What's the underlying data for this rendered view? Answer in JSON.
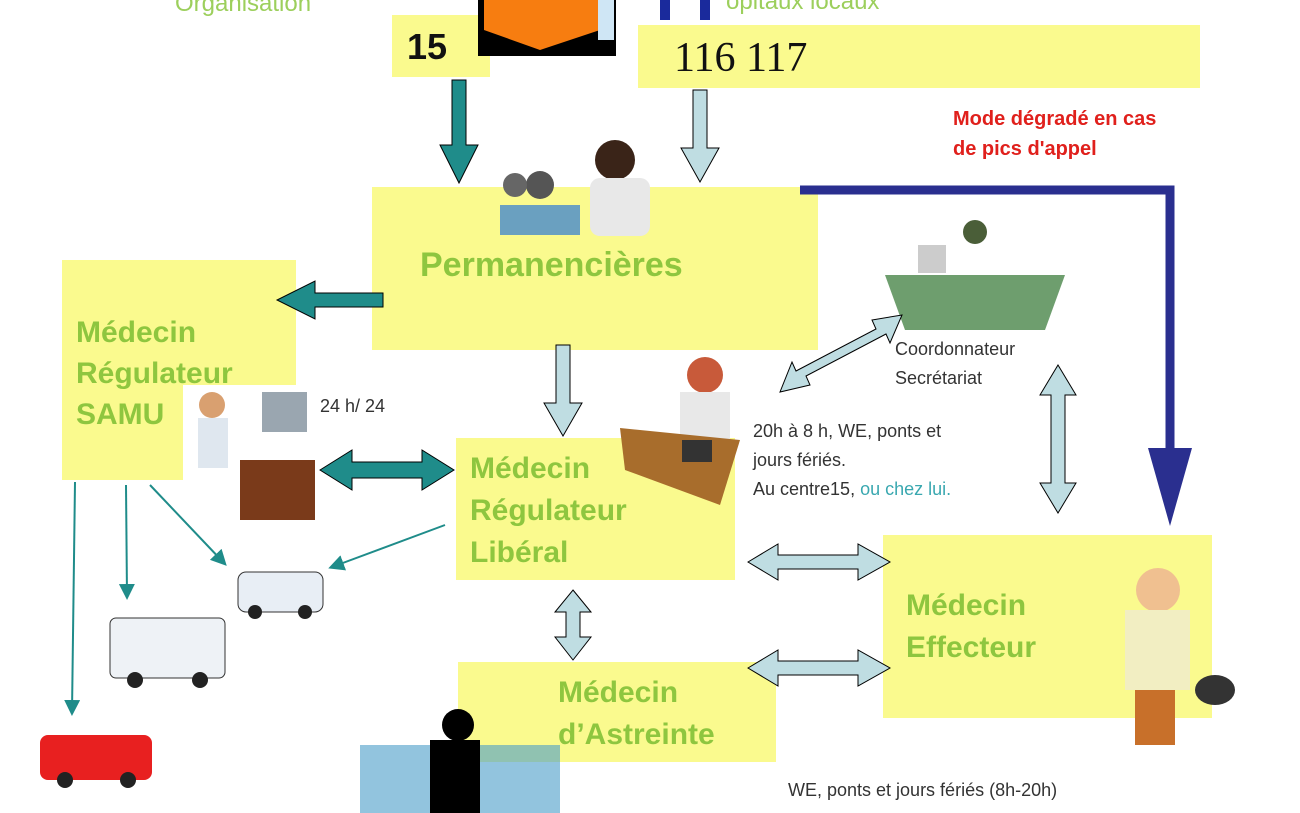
{
  "top": {
    "organisation_label": "Organisation",
    "hospitals_label": "ôpitaux locaux"
  },
  "numbers": {
    "samu": "15",
    "pds": "116 117"
  },
  "degraded_mode": {
    "line1": "Mode dégradé en cas",
    "line2": "de pics d'appel",
    "color": "#e0201c"
  },
  "nodes": {
    "permanencieres": "Permanencières",
    "samu": [
      "Médecin",
      "Régulateur",
      "SAMU"
    ],
    "liberal": [
      "Médecin",
      "Régulateur",
      "Libéral"
    ],
    "effecteur": [
      "Médecin",
      "Effecteur"
    ],
    "astreinte": [
      "Médecin",
      "d’Astreinte"
    ]
  },
  "notes": {
    "samu_hours": "24 h/ 24",
    "coordinator": [
      "Coordonnateur",
      "Secrétariat"
    ],
    "liberal_hours": [
      "20h à 8 h, WE, ponts et",
      "jours fériés."
    ],
    "liberal_place": "Au centre15,",
    "liberal_place_home": "ou chez lui.",
    "astreinte_hours": "WE, ponts et jours fériés (8h-20h)"
  },
  "colors": {
    "box": "#fafa8e",
    "node_text": "#8ec63f",
    "dark_arrow": "#1f8c8a",
    "light_arrow": "#bfdde2",
    "navy_arrow": "#2a2f8f"
  }
}
